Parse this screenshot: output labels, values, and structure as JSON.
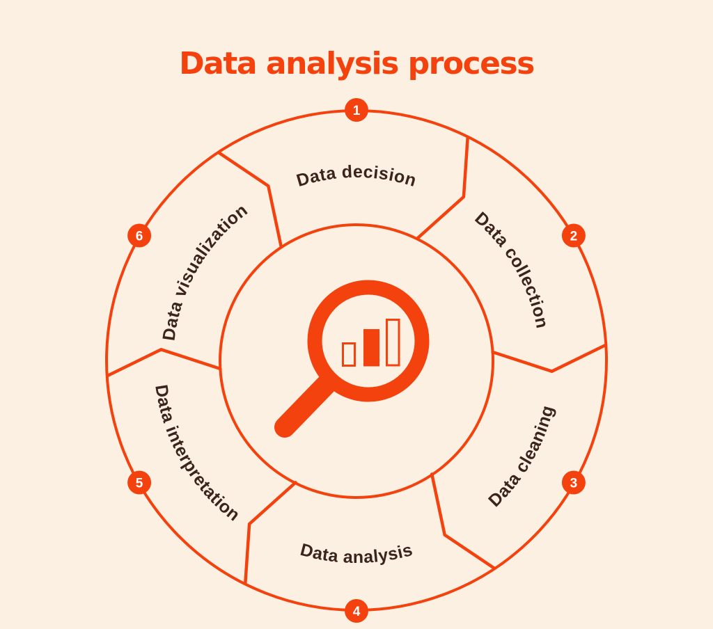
{
  "title": "Data analysis process",
  "colors": {
    "background": "#FBF0E1",
    "accent": "#F4420F",
    "label_text": "#3B241E",
    "badge_number_text": "#FFFFFF"
  },
  "center_icon": "magnifier-bar-chart-icon",
  "steps": [
    {
      "number": "1",
      "label": "Data decision"
    },
    {
      "number": "2",
      "label": "Data collection"
    },
    {
      "number": "3",
      "label": "Data cleaning"
    },
    {
      "number": "4",
      "label": "Data analysis"
    },
    {
      "number": "5",
      "label": "Data interpretation"
    },
    {
      "number": "6",
      "label": "Data visualization"
    }
  ]
}
